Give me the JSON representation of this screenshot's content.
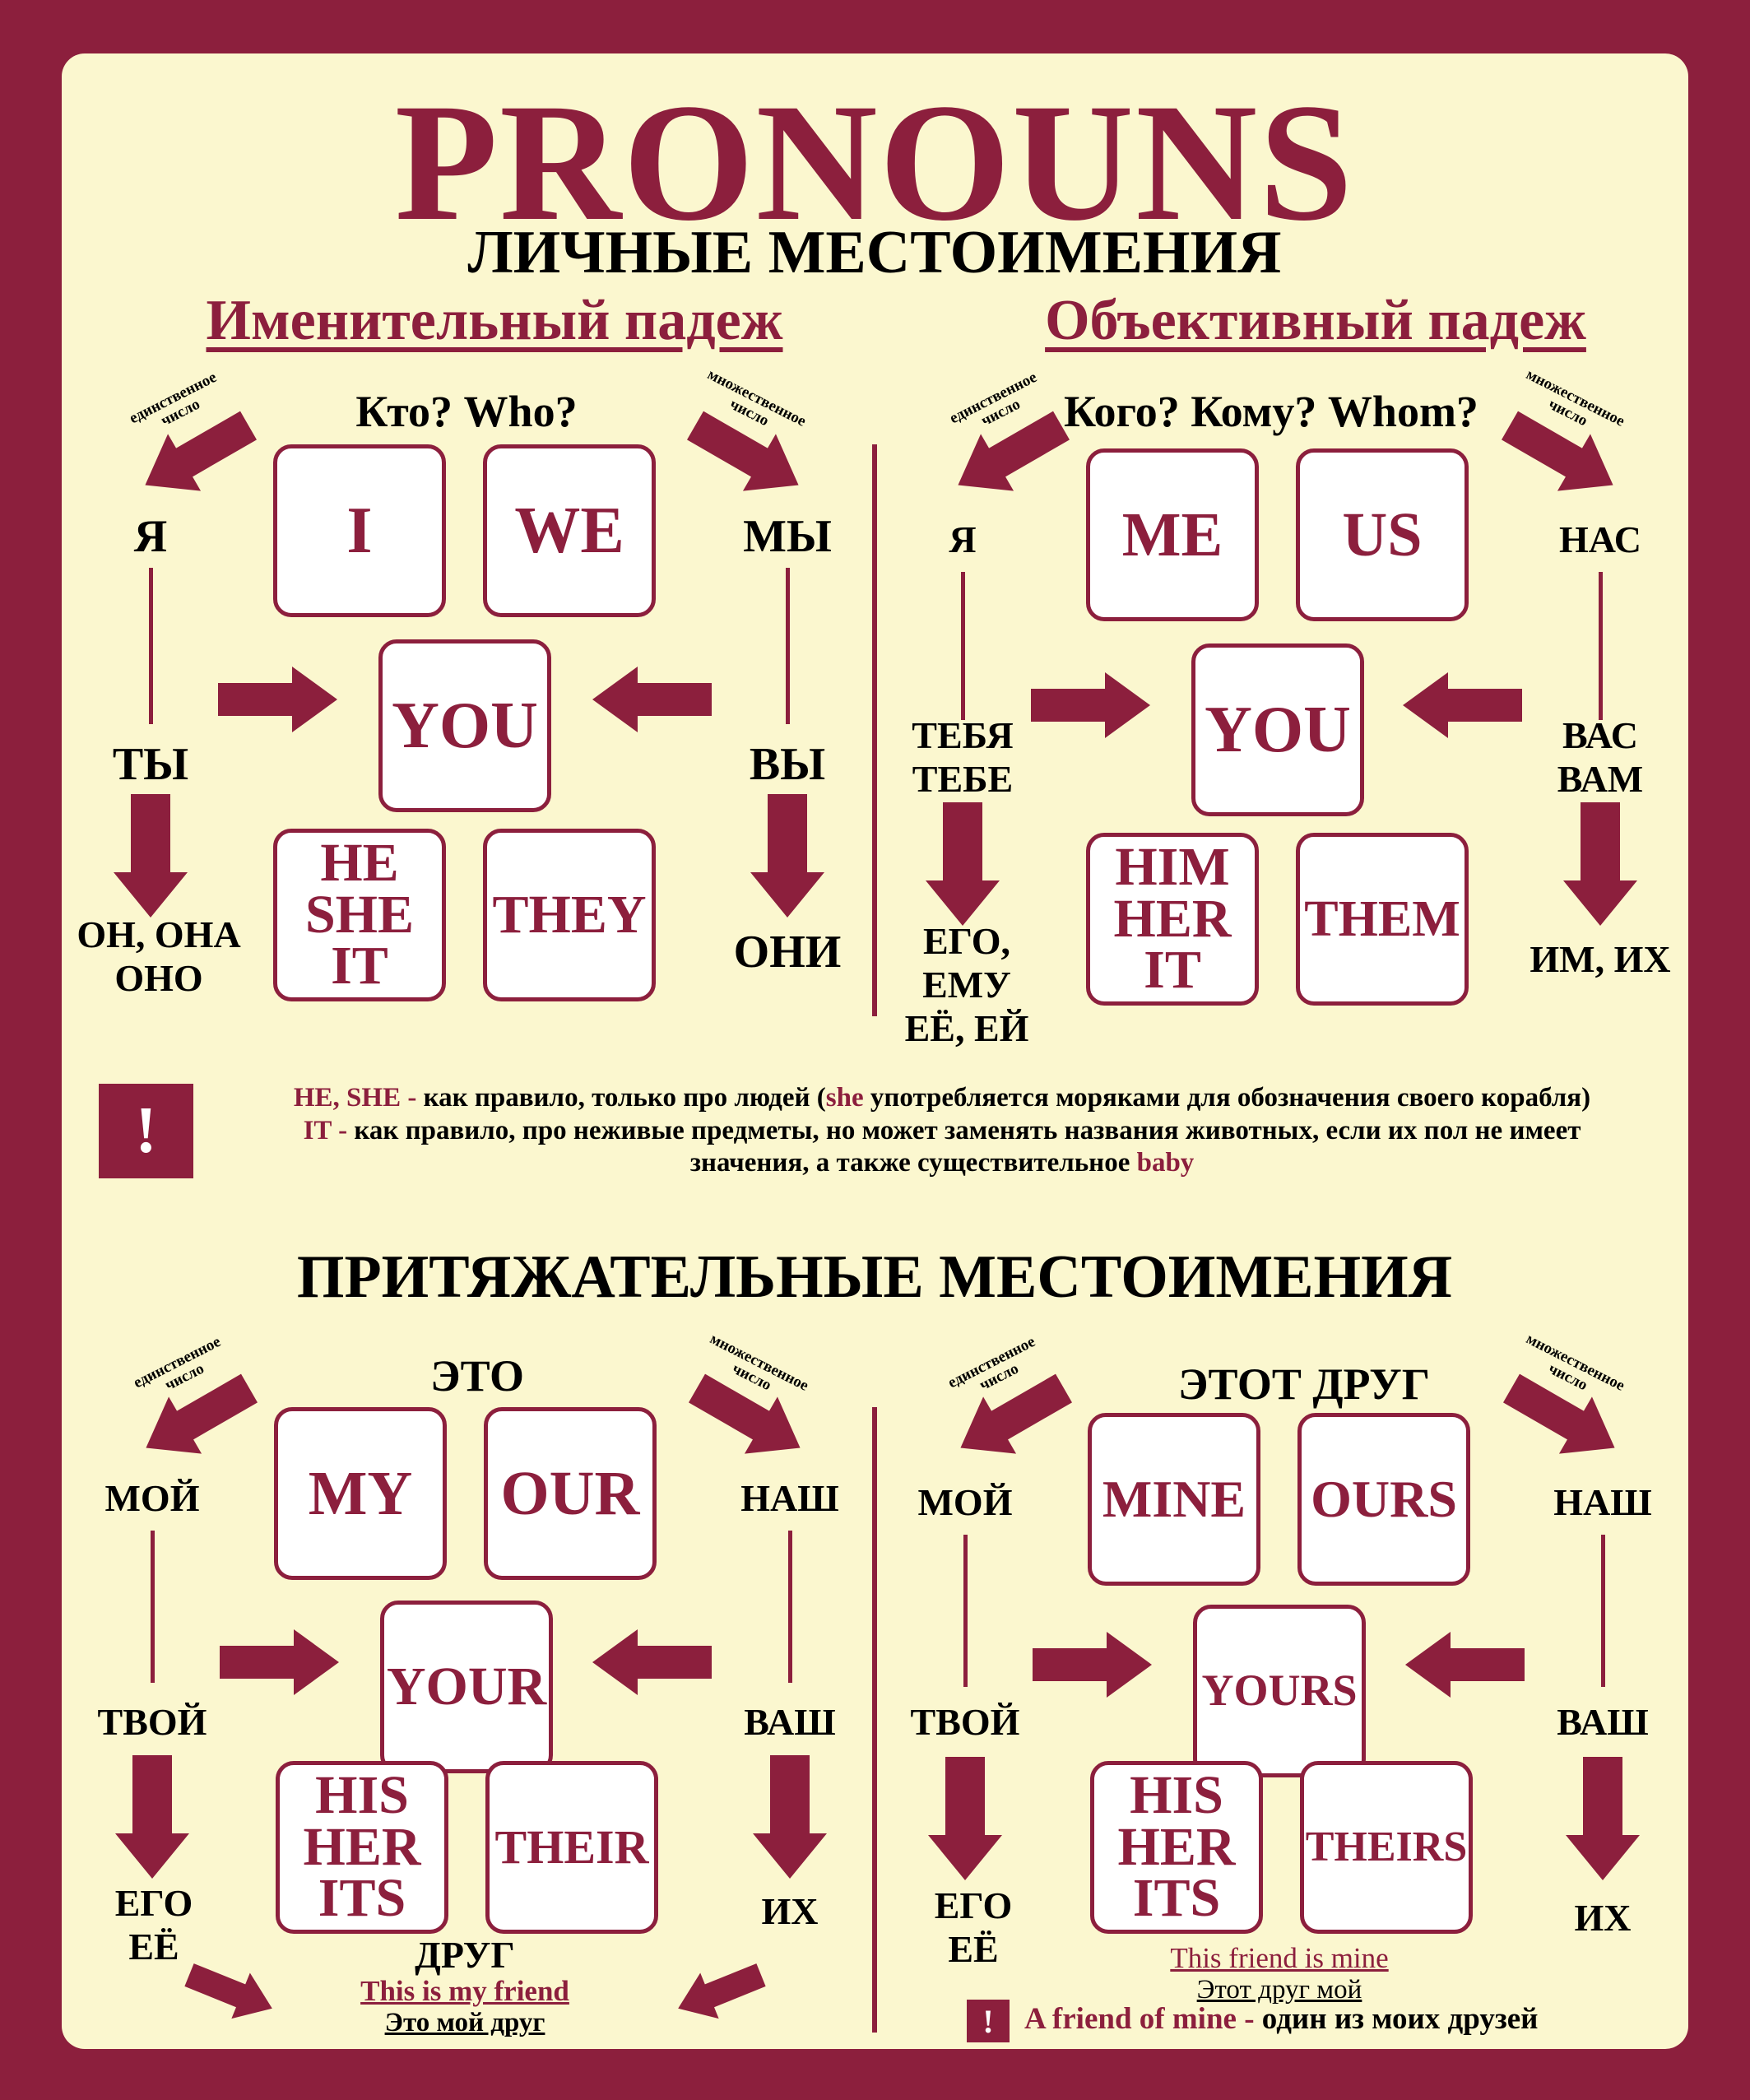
{
  "colors": {
    "accent": "#8c1f3d",
    "background": "#fbf7cf"
  },
  "title": "PRONOUNS",
  "personal_heading": "ЛИЧНЫЕ МЕСТОИМЕНИЯ",
  "nominative": {
    "heading": "Именительный падеж",
    "question": "Кто? Who?",
    "singular_label": "единственное число",
    "plural_label": "множественное число",
    "ru_1s": "Я",
    "ru_1p": "МЫ",
    "ru_2s": "ТЫ",
    "ru_2p": "ВЫ",
    "ru_3s_line1": "ОН, ОНА",
    "ru_3s_line2": "ОНО",
    "ru_3p": "ОНИ",
    "box_1s": "I",
    "box_1p": "WE",
    "box_2": "YOU",
    "box_3s_l1": "HE",
    "box_3s_l2": "SHE",
    "box_3s_l3": "IT",
    "box_3p": "THEY"
  },
  "objective": {
    "heading": "Объективный падеж",
    "question": "Кого? Кому? Whom?",
    "singular_label": "единственное число",
    "plural_label": "множественное число",
    "ru_1s": "Я",
    "ru_1p": "НАС",
    "ru_2s_l1": "ТЕБЯ",
    "ru_2s_l2": "ТЕБЕ",
    "ru_2p_l1": "ВАС",
    "ru_2p_l2": "ВАМ",
    "ru_3s_l1": "ЕГО,",
    "ru_3s_l2": "ЕМУ",
    "ru_3s_l3": "ЕЁ, ЕЙ",
    "ru_3p": "ИМ, ИХ",
    "box_1s": "ME",
    "box_1p": "US",
    "box_2": "YOU",
    "box_3s_l1": "HIM",
    "box_3s_l2": "HER",
    "box_3s_l3": "IT",
    "box_3p": "THEM"
  },
  "note": {
    "mark": "!",
    "l1_a": "HE, SHE -",
    "l1_b": " как правило, только про людей (",
    "l1_c": "she",
    "l1_d": " употребляется моряками для обозначения своего корабля)",
    "l2_a": "IT -",
    "l2_b": " как правило, про неживые предметы, но может заменять названия животных, если их пол не имеет",
    "l3_a": "значения, а также существительное ",
    "l3_b": "baby"
  },
  "possessive_heading": "ПРИТЯЖАТЕЛЬНЫЕ МЕСТОИМЕНИЯ",
  "poss_adj": {
    "question": "ЭТО",
    "singular_label": "единственное число",
    "plural_label": "множественное число",
    "ru_1s": "МОЙ",
    "ru_1p": "НАШ",
    "ru_2s": "ТВОЙ",
    "ru_2p": "ВАШ",
    "ru_3s_l1": "ЕГО",
    "ru_3s_l2": "ЕЁ",
    "ru_3p": "ИХ",
    "box_1s": "MY",
    "box_1p": "OUR",
    "box_2": "YOUR",
    "box_3s_l1": "HIS",
    "box_3s_l2": "HER",
    "box_3s_l3": "ITS",
    "box_3p": "THEIR",
    "friend": "ДРУГ",
    "example_en": "This is my friend",
    "example_ru": "Это мой друг"
  },
  "poss_abs": {
    "question": "ЭТОТ ДРУГ",
    "singular_label": "единственное число",
    "plural_label": "множественное число",
    "ru_1s": "МОЙ",
    "ru_1p": "НАШ",
    "ru_2s": "ТВОЙ",
    "ru_2p": "ВАШ",
    "ru_3s_l1": "ЕГО",
    "ru_3s_l2": "ЕЁ",
    "ru_3p": "ИХ",
    "box_1s": "MINE",
    "box_1p": "OURS",
    "box_2": "YOURS",
    "box_3s_l1": "HIS",
    "box_3s_l2": "HER",
    "box_3s_l3": "ITS",
    "box_3p": "THEIRS",
    "example_en": "This friend is mine",
    "example_ru": "Этот друг мой",
    "note_mark": "!",
    "note_a": "A friend of mine -",
    "note_b": " один из моих друзей"
  }
}
